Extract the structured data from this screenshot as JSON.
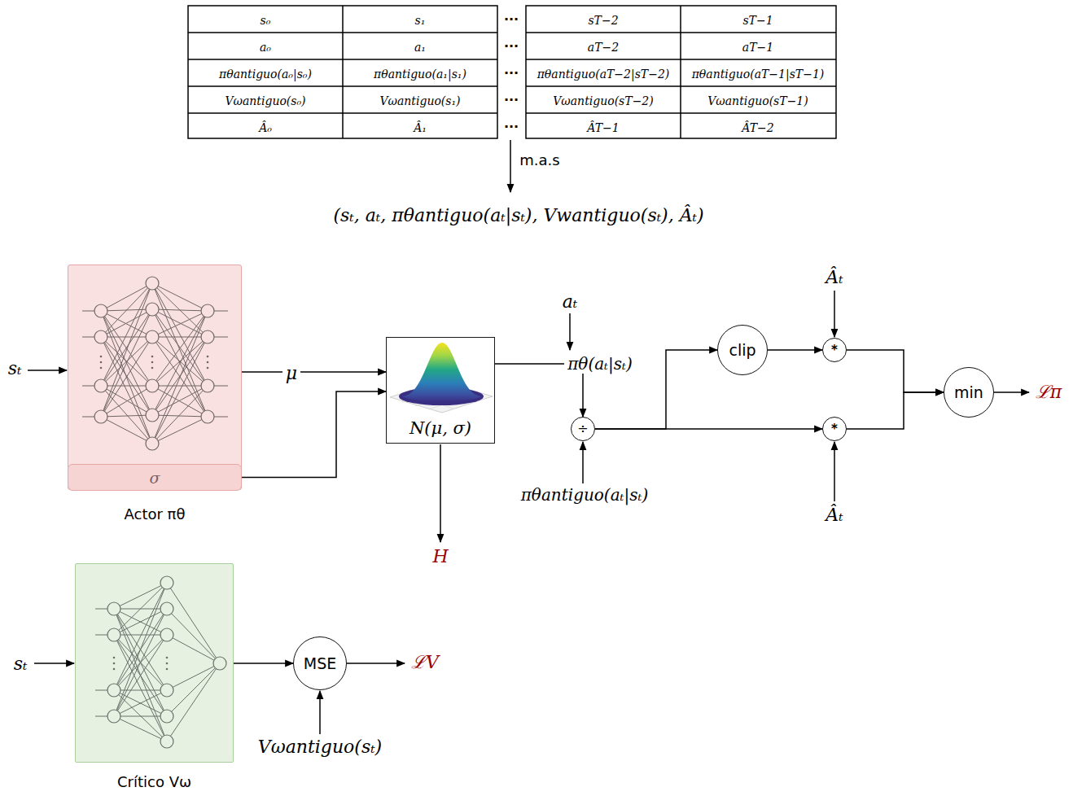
{
  "diagram": {
    "nodes": [
      {
        "text": [
          "Actor πθ"
        ]
      },
      {
        "text": [
          "σ"
        ],
        "in": 0
      },
      {
        "text": [
          "N(μ, σ)"
        ]
      },
      {
        "text": [
          "÷"
        ]
      },
      {
        "text": [
          "clip"
        ]
      },
      {
        "text": [
          "*"
        ]
      },
      {
        "text": [
          "*"
        ]
      },
      {
        "text": [
          "min"
        ]
      },
      {
        "text": [
          "Crítico Vω"
        ]
      },
      {
        "text": [
          "MSE"
        ]
      }
    ],
    "edges": [
      {
        "from": 0,
        "to": 2,
        "arrow": "to",
        "label": "μ"
      },
      {
        "from": 1,
        "to": 2,
        "arrow": "to"
      },
      {
        "from": 2,
        "to": 3,
        "arrow": "to",
        "label": "πθ(aₜ|sₜ)"
      },
      {
        "from": 3,
        "to": 4,
        "arrow": "to"
      },
      {
        "from": 3,
        "to": 6,
        "arrow": "to"
      },
      {
        "from": 4,
        "to": 5,
        "arrow": "to"
      },
      {
        "from": 5,
        "to": 7,
        "arrow": "to"
      },
      {
        "from": 6,
        "to": 7,
        "arrow": "to"
      },
      {
        "from": 8,
        "to": 9,
        "arrow": "to"
      }
    ],
    "labels": [
      "s₀",
      "s₁",
      "sT−2",
      "sT−1",
      "a₀",
      "a₁",
      "aT−2",
      "aT−1",
      "πθantiguo(a₀|s₀)",
      "πθantiguo(a₁|s₁)",
      "πθantiguo(aT−2|sT−2)",
      "πθantiguo(aT−1|sT−1)",
      "Vωantiguo(s₀)",
      "Vωantiguo(s₁)",
      "Vωantiguo(sT−2)",
      "Vωantiguo(sT−1)",
      "Â₀",
      "Â₁",
      "ÂT−1",
      "ÂT−2",
      "...",
      "...",
      "...",
      "...",
      "...",
      "m.a.s",
      "(sₜ, aₜ, πθantiguo(aₜ|sₜ), Vwantiguo(sₜ), Âₜ)",
      "sₜ",
      "aₜ",
      "H",
      "πθantiguo(aₜ|sₜ)",
      "Âₜ",
      "Âₜ",
      "ℒπ",
      "sₜ",
      "ℒV",
      "Vωantiguo(sₜ)"
    ]
  }
}
